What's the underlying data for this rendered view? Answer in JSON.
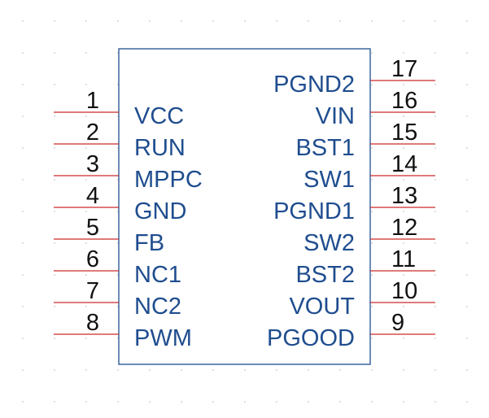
{
  "colors": {
    "pin_line": "#cc2b2b",
    "pin_name": "#1f4d8f",
    "pin_number": "#111111",
    "body_outline": "#1f4d8f",
    "grid": "#c8c8c8"
  },
  "left_pins": [
    {
      "number": "1",
      "name": "VCC"
    },
    {
      "number": "2",
      "name": "RUN"
    },
    {
      "number": "3",
      "name": "MPPC"
    },
    {
      "number": "4",
      "name": "GND"
    },
    {
      "number": "5",
      "name": "FB"
    },
    {
      "number": "6",
      "name": "NC1"
    },
    {
      "number": "7",
      "name": "NC2"
    },
    {
      "number": "8",
      "name": "PWM"
    }
  ],
  "right_pins": [
    {
      "number": "17",
      "name": "PGND2"
    },
    {
      "number": "16",
      "name": "VIN"
    },
    {
      "number": "15",
      "name": "BST1"
    },
    {
      "number": "14",
      "name": "SW1"
    },
    {
      "number": "13",
      "name": "PGND1"
    },
    {
      "number": "12",
      "name": "SW2"
    },
    {
      "number": "11",
      "name": "BST2"
    },
    {
      "number": "10",
      "name": "VOUT"
    },
    {
      "number": "9",
      "name": "PGOOD"
    }
  ]
}
